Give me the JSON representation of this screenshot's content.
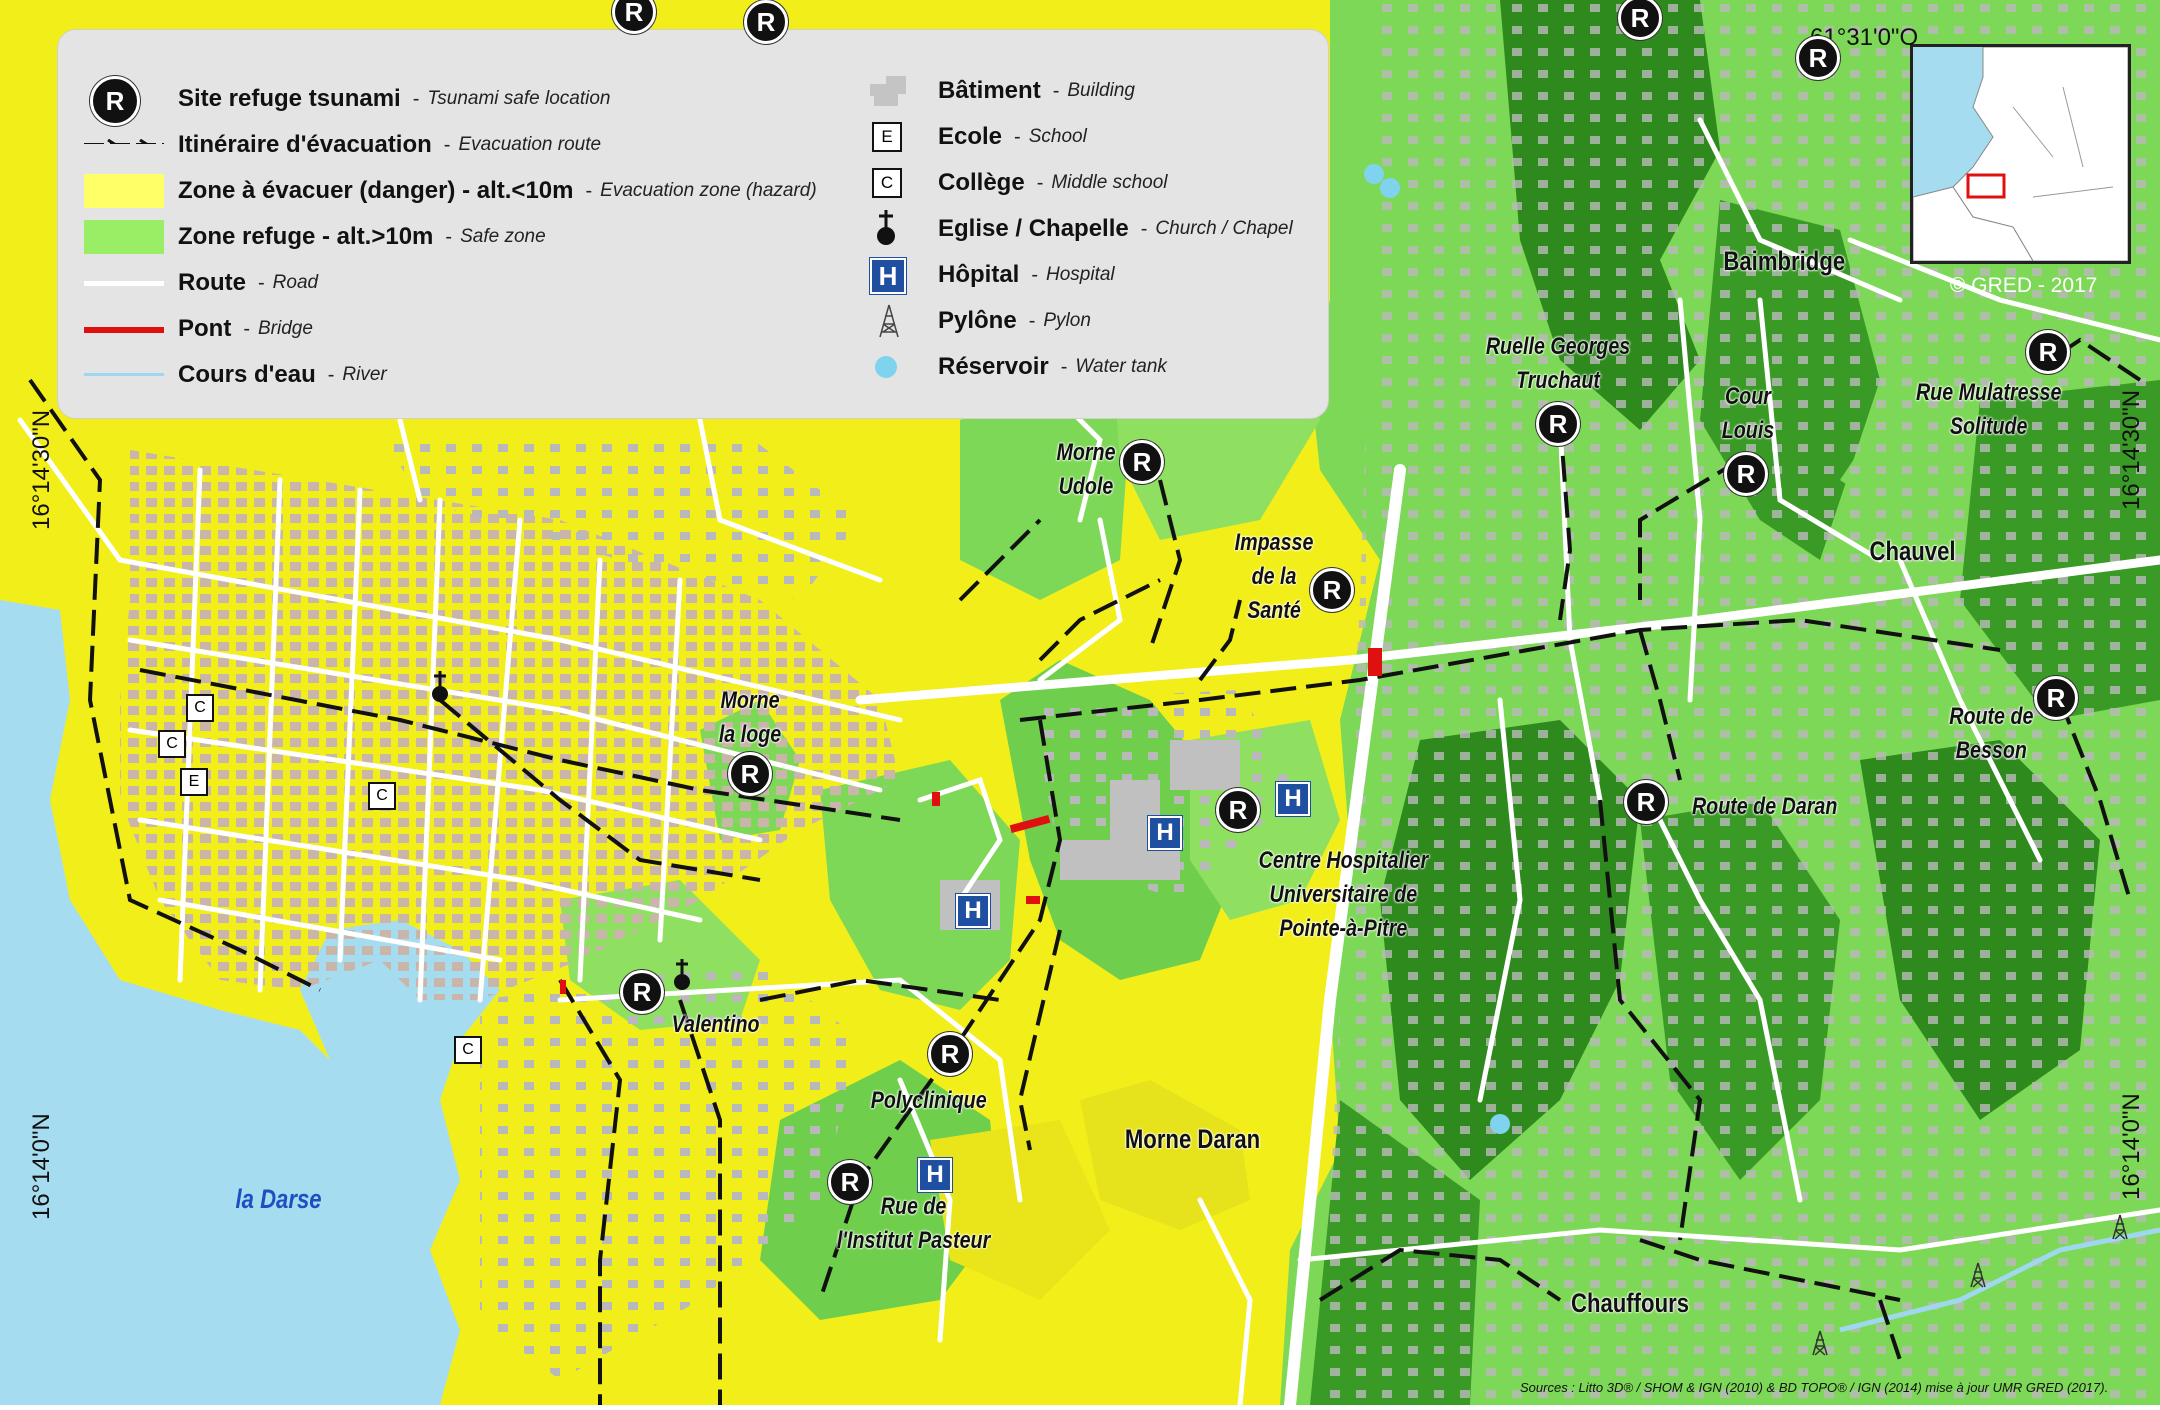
{
  "legend": {
    "left": [
      {
        "fr": "Site refuge tsunami",
        "en": "Tsunami safe location",
        "symbol": "refuge-badge"
      },
      {
        "fr": "Itinéraire d'évacuation",
        "en": "Evacuation route",
        "symbol": "evacuation-route"
      },
      {
        "fr": "Zone à évacuer (danger) - alt.<10m",
        "en": "Evacuation zone (hazard)",
        "symbol": "hazard-zone",
        "color": "#ffff66"
      },
      {
        "fr": "Zone refuge - alt.>10m",
        "en": "Safe zone",
        "symbol": "safe-zone",
        "color": "#99ee66"
      },
      {
        "fr": "Route",
        "en": "Road",
        "symbol": "road",
        "color": "#ffffff"
      },
      {
        "fr": "Pont",
        "en": "Bridge",
        "symbol": "bridge",
        "color": "#e01010"
      },
      {
        "fr": "Cours d'eau",
        "en": "River",
        "symbol": "river",
        "color": "#9fd8ee"
      }
    ],
    "right": [
      {
        "fr": "Bâtiment",
        "en": "Building",
        "symbol": "building",
        "color": "#bdbdbd"
      },
      {
        "fr": "Ecole",
        "en": "School",
        "symbol": "school",
        "letter": "E"
      },
      {
        "fr": "Collège",
        "en": "Middle school",
        "symbol": "college",
        "letter": "C"
      },
      {
        "fr": "Eglise / Chapelle",
        "en": "Church / Chapel",
        "symbol": "church"
      },
      {
        "fr": "Hôpital",
        "en": "Hospital",
        "symbol": "hospital",
        "letter": "H"
      },
      {
        "fr": "Pylône",
        "en": "Pylon",
        "symbol": "pylon"
      },
      {
        "fr": "Réservoir",
        "en": "Water tank",
        "symbol": "water-tank",
        "color": "#7fd3ee"
      }
    ],
    "dash": "-"
  },
  "refuge_letter": "R",
  "places": {
    "baimbridge": "Baimbridge",
    "ruelle1": "Ruelle Georges",
    "ruelle2": "Truchaut",
    "cour1": "Cour",
    "cour2": "Louis",
    "mulatresse1": "Rue Mulatresse",
    "mulatresse2": "Solitude",
    "chauvel": "Chauvel",
    "morne_udole1": "Morne",
    "morne_udole2": "Udole",
    "impasse1": "Impasse",
    "impasse2": "de la",
    "impasse3": "Santé",
    "route_besson1": "Route de",
    "route_besson2": "Besson",
    "morne_loge1": "Morne",
    "morne_loge2": "la loge",
    "route_daran": "Route de Daran",
    "chu1": "Centre Hospitalier",
    "chu2": "Universitaire de",
    "chu3": "Pointe-à-Pitre",
    "valentino": "Valentino",
    "polyclinique": "Polyclinique",
    "morne_daran": "Morne Daran",
    "pasteur1": "Rue de",
    "pasteur2": "l'Institut Pasteur",
    "chauffours": "Chauffours",
    "darse": "la Darse"
  },
  "coords": {
    "lat_top_left": "16°14'30\"N",
    "lat_bottom_left": "16°14'0\"N",
    "lat_top_right": "16°14'30\"N",
    "lat_bottom_right": "16°14'0\"N",
    "lon_top": "61°31'0\"O"
  },
  "copyright": "© GRED - 2017",
  "source": "Sources : Litto 3D® / SHOM & IGN (2010) & BD TOPO® / IGN (2014) mise à jour UMR GRED (2017).",
  "colors": {
    "hazard": "#f2ee1a",
    "safe_light": "#8fe060",
    "safe_dark": "#2f8a1e",
    "sea": "#a6dcf0",
    "road": "#ffffff",
    "bridge": "#e01010",
    "building": "#bdbdbd"
  }
}
